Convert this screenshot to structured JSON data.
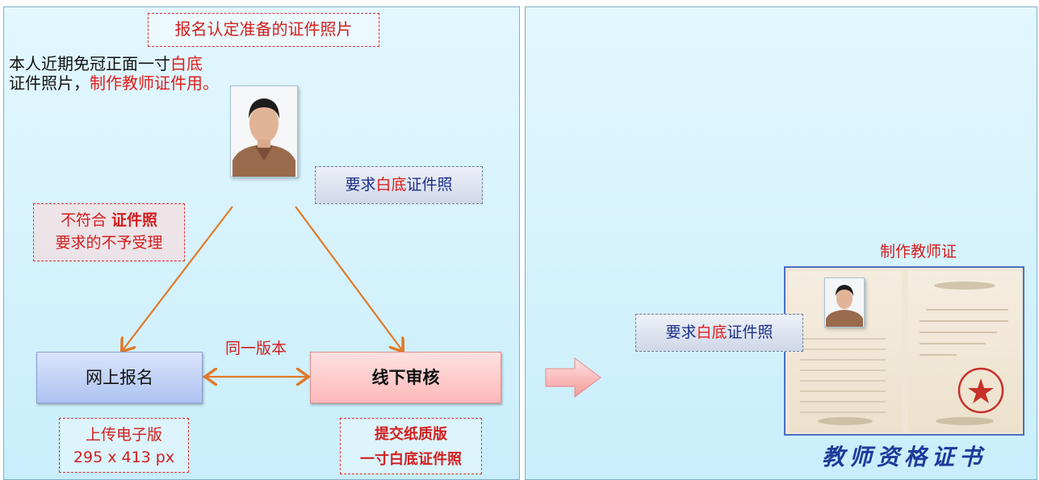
{
  "left_panel": {
    "title": "报名认定准备的证件照片",
    "intro_line1_a": "本人近期免冠正面一寸",
    "intro_line1_b": "白底",
    "intro_line2_a": "证件照片，",
    "intro_line2_b": "制作教师证件用。",
    "callout": {
      "a": "要求",
      "b": "白底",
      "c": "证件照"
    },
    "reject_note": {
      "line1_a": "不符合 ",
      "line1_b": "证件照",
      "line2": "要求的不予受理"
    },
    "edge_label": "同一版本",
    "node_online": "网上报名",
    "node_offline": "线下审核",
    "upload_note": {
      "line1": "上传电子版",
      "line2": "295 x 413 px"
    },
    "submit_note": {
      "line1": "提交纸质版",
      "line2": "一寸白底证件照"
    }
  },
  "right_panel": {
    "cert_title": "制作教师证",
    "callout": {
      "a": "要求",
      "b": "白底",
      "c": "证件照"
    },
    "caption": "教师资格证书"
  },
  "colors": {
    "accent_red": "#e01d1d",
    "arrow_orange": "#e07a28",
    "callout_blue": "#1b2f8a"
  },
  "icons": [
    "portrait-photo",
    "right-arrow-icon",
    "certificate-image",
    "official-seal"
  ]
}
